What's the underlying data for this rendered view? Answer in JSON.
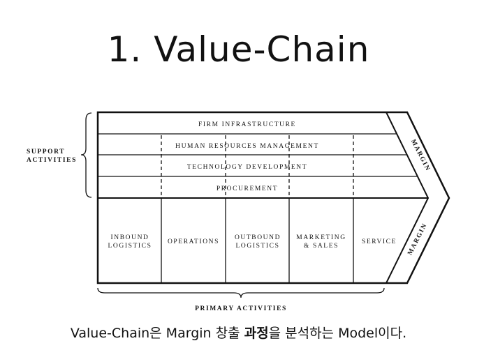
{
  "title": "1. Value-Chain",
  "diagram": {
    "support_label_line1": "SUPPORT",
    "support_label_line2": "ACTIVITIES",
    "primary_label": "PRIMARY ACTIVITIES",
    "margin_label": "MARGIN",
    "support_activities": [
      "FIRM INFRASTRUCTURE",
      "HUMAN RESOURCES MANAGEMENT",
      "TECHNOLOGY DEVELOPMENT",
      "PROCUREMENT"
    ],
    "primary_activities": [
      {
        "line1": "INBOUND",
        "line2": "LOGISTICS"
      },
      {
        "line1": "OPERATIONS",
        "line2": ""
      },
      {
        "line1": "OUTBOUND",
        "line2": "LOGISTICS"
      },
      {
        "line1": "MARKETING",
        "line2": "& SALES"
      },
      {
        "line1": "SERVICE",
        "line2": ""
      }
    ]
  },
  "caption": {
    "part1": "Value-Chain은 Margin 창출 ",
    "bold": "과정",
    "part2": "을 분석하는 Model이다."
  }
}
